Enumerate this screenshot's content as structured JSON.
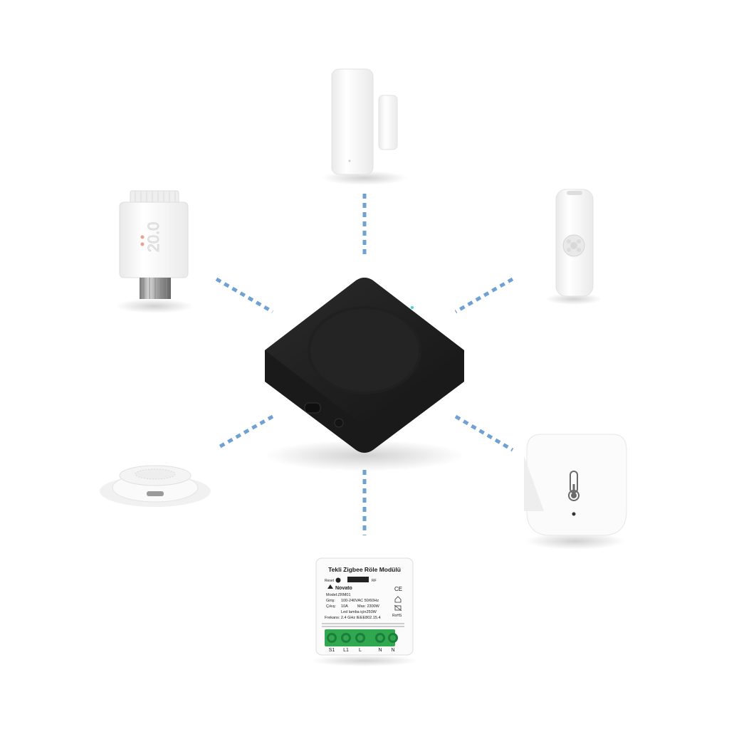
{
  "scene": {
    "background": "#ffffff",
    "connector_color": "#6fa1d2",
    "hub_color": "#1e1e1e"
  },
  "devices": {
    "hub": {
      "name": "zigbee-hub",
      "color": "#1e1e1e",
      "led_color": "#3fd6c8"
    },
    "door_sensor": {
      "name": "door-window-sensor",
      "color": "#f6f6f6"
    },
    "motion_sensor": {
      "name": "motion-sensor",
      "color": "#f7f7f7"
    },
    "thermostat_valve": {
      "name": "radiator-thermostat",
      "color": "#f4f4f4",
      "display": "20.0"
    },
    "siren": {
      "name": "siren",
      "color": "#f6f6f6"
    },
    "temp_sensor": {
      "name": "temperature-humidity-sensor",
      "color": "#f8f8f8"
    },
    "relay": {
      "name": "relay-module",
      "title": "Tekli Zigbee Röle Modülü",
      "reset": "Reset",
      "rf": "RF",
      "brand": "Novato",
      "model": "Model:ZRM01",
      "input_label": "Giriş:",
      "input_value": "100-240VAC 50/60Hz",
      "output_label": "Çıkış:",
      "output_value": "10A",
      "output_max": "Max: 2300W",
      "led_line": "Led lamba için250W",
      "frequency": "Frekans: 2.4 GHz  IEEE802.15.4",
      "ce": "CE",
      "rohs": "RoHS",
      "terminal_labels": [
        "S1",
        "L1",
        "L",
        "N",
        "N"
      ],
      "terminal_color": "#2fa84f"
    }
  }
}
